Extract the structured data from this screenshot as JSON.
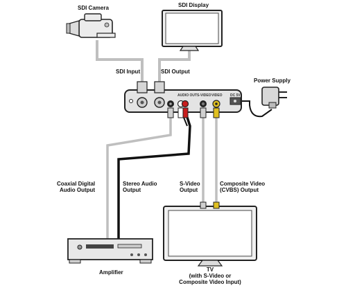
{
  "labels": {
    "sdi_camera": "SDI Camera",
    "sdi_display": "SDI Display",
    "sdi_input": "SDI Input",
    "sdi_output": "SDI Output",
    "power_supply": "Power Supply",
    "coax_line1": "Coaxial Digital",
    "coax_line2": "Audio Output",
    "stereo_line1": "Stereo Audio",
    "stereo_line2": "Output",
    "svideo_line1": "S-Video",
    "svideo_line2": "Output",
    "composite_line1": "Composite Video",
    "composite_line2": "(CVBS) Output",
    "amplifier": "Amplifier",
    "tv_line1": "TV",
    "tv_line2": "(with S-Video or",
    "tv_line3": "Composite Video Input)"
  },
  "panel_labels": {
    "audio_out": "AUDIO OUT",
    "s_video": "S-VIDEO",
    "video": "VIDEO",
    "dc_5v": "DC 5V"
  },
  "colors": {
    "cable_gray": "#bfbfbf",
    "cable_black": "#111111",
    "device_fill": "#e6e6e6",
    "rca_red": "#c81e1e",
    "rca_yellow": "#e0c020"
  }
}
